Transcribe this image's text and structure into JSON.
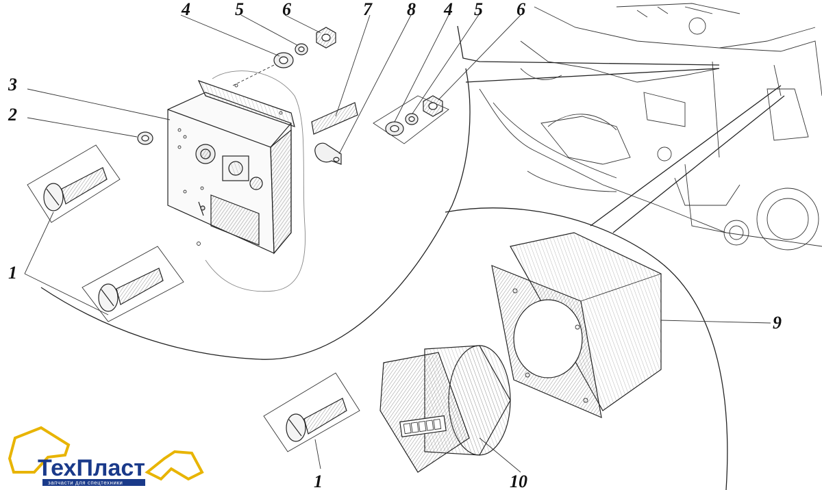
{
  "callouts": {
    "c1a": "1",
    "c1b": "1",
    "c2": "2",
    "c3": "3",
    "c4a": "4",
    "c4b": "4",
    "c5a": "5",
    "c5b": "5",
    "c6a": "6",
    "c6b": "6",
    "c7": "7",
    "c8": "8",
    "c9": "9",
    "c10": "10"
  },
  "logo": {
    "name": "ТехПласт",
    "tagline": "запчасти для спецтехники",
    "color_primary": "#e8b400",
    "color_text": "#1a3a8a"
  }
}
